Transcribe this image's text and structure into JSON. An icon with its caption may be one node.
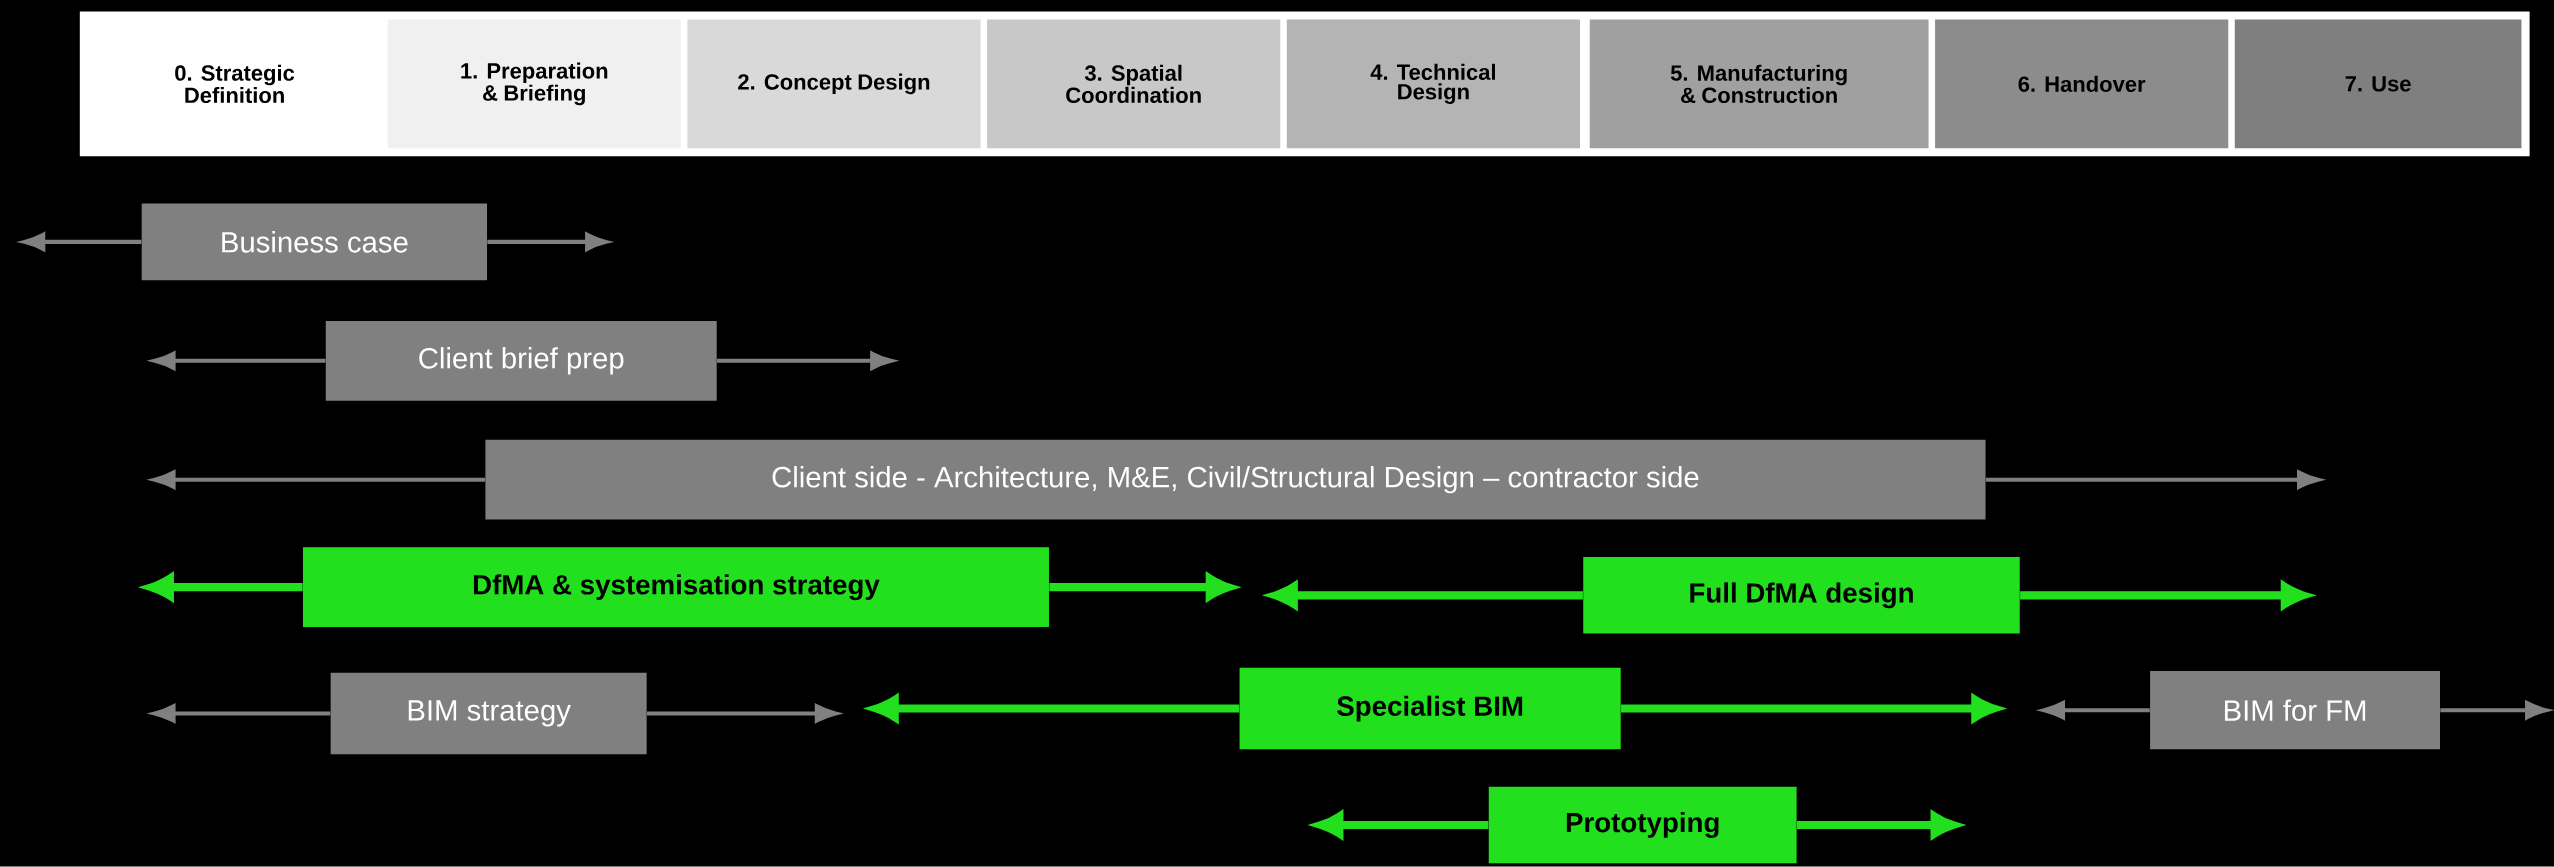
{
  "diagram": {
    "nodes": [
      {
        "text": [
          "0. Strategic Definition"
        ]
      },
      {
        "text": [
          "1. Preparation & Briefing"
        ]
      },
      {
        "text": [
          "2. Concept Design"
        ]
      },
      {
        "text": [
          "3. Spatial Coordination"
        ]
      },
      {
        "text": [
          "4. Technical Design"
        ]
      },
      {
        "text": [
          "5. Manufacturing & Construction"
        ]
      },
      {
        "text": [
          "6. Handover"
        ]
      },
      {
        "text": [
          "7. Use"
        ]
      },
      {
        "text": [
          "Business case"
        ]
      },
      {
        "text": [
          "Client brief prep"
        ]
      },
      {
        "text": [
          "Client side - Architecture, M&E, Civil/Structural Design – contractor side"
        ]
      },
      {
        "text": [
          "DfMA & systemisation strategy"
        ]
      },
      {
        "text": [
          "Full DfMA design"
        ]
      },
      {
        "text": [
          "BIM strategy"
        ]
      },
      {
        "text": [
          "Specialist BIM"
        ]
      },
      {
        "text": [
          "BIM for FM"
        ]
      },
      {
        "text": [
          "Prototyping"
        ]
      }
    ],
    "edges": [
      {
        "from": 8,
        "to": null,
        "arrow": "to"
      },
      {
        "from": 8,
        "to": null,
        "arrow": "to"
      },
      {
        "from": 9,
        "to": null,
        "arrow": "to"
      },
      {
        "from": 9,
        "to": null,
        "arrow": "to"
      },
      {
        "from": 10,
        "to": null,
        "arrow": "to"
      },
      {
        "from": 10,
        "to": null,
        "arrow": "to"
      },
      {
        "from": 11,
        "to": null,
        "arrow": "to",
        "style": "thick",
        "color": "#22e01e"
      },
      {
        "from": 11,
        "to": null,
        "arrow": "to",
        "style": "thick",
        "color": "#22e01e"
      },
      {
        "from": 12,
        "to": null,
        "arrow": "to",
        "style": "thick",
        "color": "#22e01e"
      },
      {
        "from": 12,
        "to": null,
        "arrow": "to",
        "style": "thick",
        "color": "#22e01e"
      },
      {
        "from": 13,
        "to": null,
        "arrow": "to"
      },
      {
        "from": 13,
        "to": null,
        "arrow": "to"
      },
      {
        "from": 14,
        "to": null,
        "arrow": "to",
        "style": "thick",
        "color": "#22e01e"
      },
      {
        "from": 14,
        "to": null,
        "arrow": "to",
        "style": "thick",
        "color": "#22e01e"
      },
      {
        "from": 15,
        "to": null,
        "arrow": "to"
      },
      {
        "from": 15,
        "to": null,
        "arrow": "to"
      },
      {
        "from": 16,
        "to": null,
        "arrow": "to",
        "style": "thick",
        "color": "#22e01e"
      },
      {
        "from": 16,
        "to": null,
        "arrow": "to",
        "style": "thick",
        "color": "#22e01e"
      }
    ]
  }
}
